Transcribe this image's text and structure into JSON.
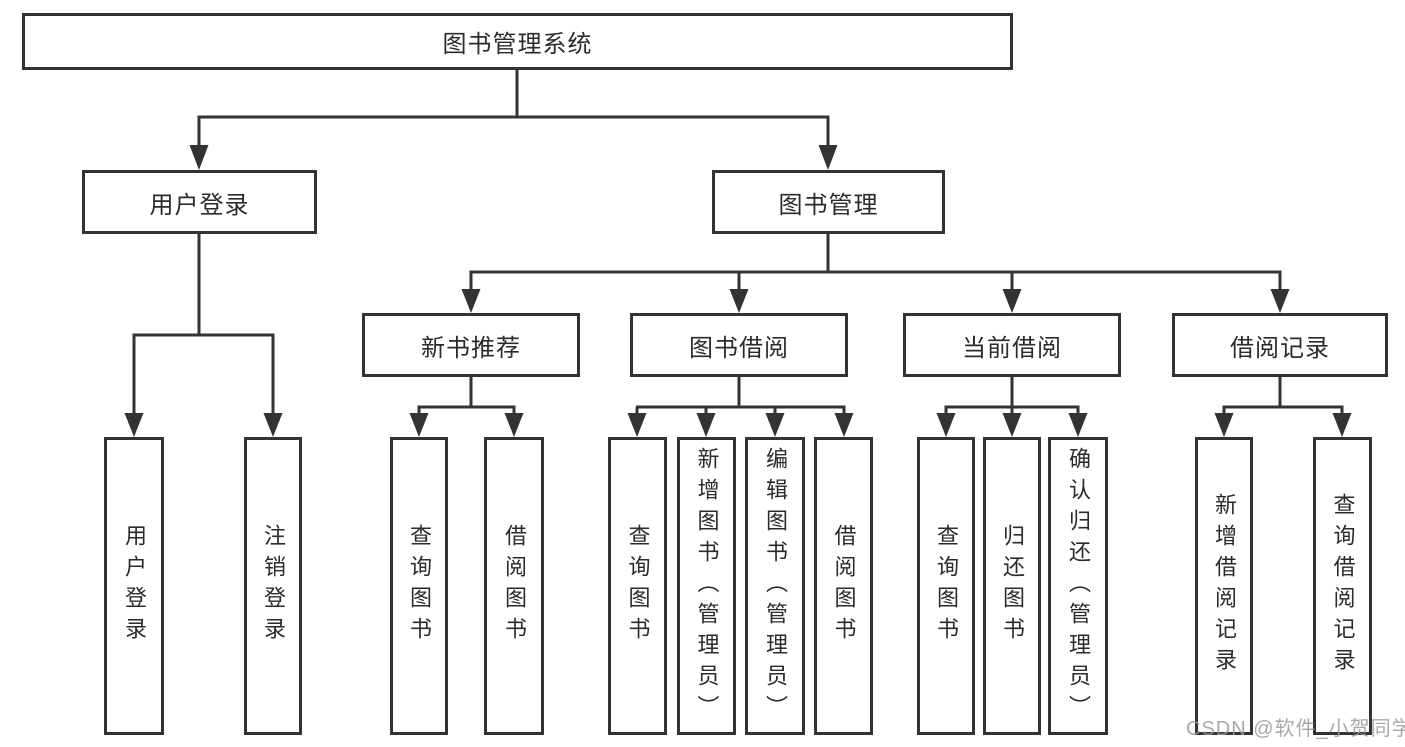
{
  "title": "图书管理系统",
  "watermark": "CSDN @软件_小贺同学",
  "colors": {
    "line": "#333333",
    "border": "#333333",
    "text": "#2b2b2b",
    "background": "#ffffff",
    "watermark": "#999999"
  },
  "nodes": {
    "root": {
      "label": "图书管理系统"
    },
    "user_login": {
      "label": "用户登录"
    },
    "book_mgmt": {
      "label": "图书管理"
    },
    "new_book_rec": {
      "label": "新书推荐"
    },
    "book_borrow": {
      "label": "图书借阅"
    },
    "current_borrow": {
      "label": "当前借阅"
    },
    "borrow_record": {
      "label": "借阅记录"
    },
    "leaf_user_login": {
      "label": "用户登录"
    },
    "leaf_logout": {
      "label": "注销登录"
    },
    "leaf_query_book_1": {
      "label": "查询图书"
    },
    "leaf_borrow_book_1": {
      "label": "借阅图书"
    },
    "leaf_query_book_2": {
      "label": "查询图书"
    },
    "leaf_add_book": {
      "label": "新增图书（管理员）"
    },
    "leaf_edit_book": {
      "label": "编辑图书（管理员）"
    },
    "leaf_borrow_book_2": {
      "label": "借阅图书"
    },
    "leaf_query_book_3": {
      "label": "查询图书"
    },
    "leaf_return_book": {
      "label": "归还图书"
    },
    "leaf_confirm_return": {
      "label": "确认归还（管理员）"
    },
    "leaf_add_record": {
      "label": "新增借阅记录"
    },
    "leaf_query_record": {
      "label": "查询借阅记录"
    }
  },
  "hierarchy": {
    "图书管理系统": [
      "用户登录",
      "图书管理"
    ],
    "用户登录": [
      "用户登录",
      "注销登录"
    ],
    "图书管理": [
      "新书推荐",
      "图书借阅",
      "当前借阅",
      "借阅记录"
    ],
    "新书推荐": [
      "查询图书",
      "借阅图书"
    ],
    "图书借阅": [
      "查询图书",
      "新增图书（管理员）",
      "编辑图书（管理员）",
      "借阅图书"
    ],
    "当前借阅": [
      "查询图书",
      "归还图书",
      "确认归还（管理员）"
    ],
    "借阅记录": [
      "新增借阅记录",
      "查询借阅记录"
    ]
  }
}
